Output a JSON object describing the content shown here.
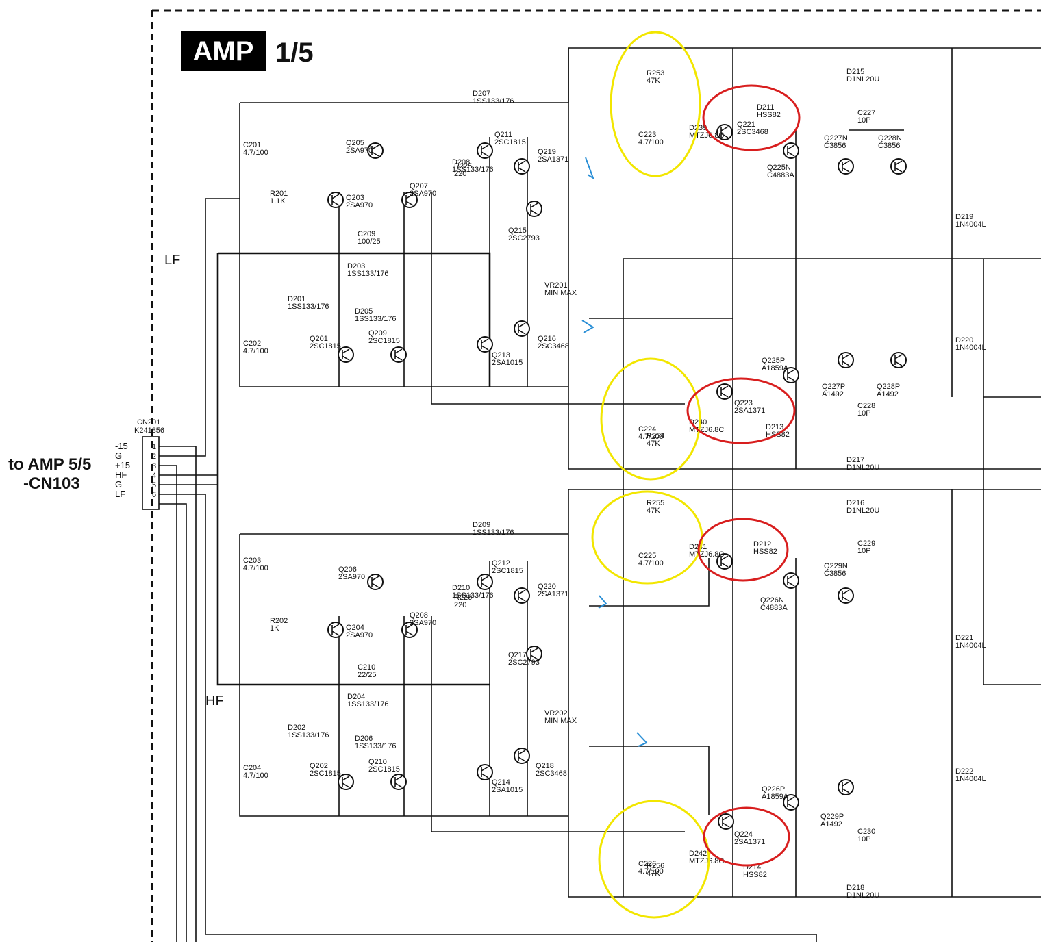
{
  "title_badge": "AMP",
  "title_page": "1/5",
  "connector": {
    "ref": "CN201",
    "part": "K241856",
    "pins": [
      "-15",
      "G",
      "+15",
      "HF",
      "G",
      "LF"
    ]
  },
  "to_label_line1": "to AMP 5/5",
  "to_label_line2": "-CN103",
  "section_lf": "LF",
  "section_hf": "HF",
  "components": [
    {
      "ref": "C201",
      "val": "4.7/100"
    },
    {
      "ref": "C202",
      "val": "4.7/100"
    },
    {
      "ref": "C203",
      "val": "4.7/100"
    },
    {
      "ref": "C204",
      "val": "4.7/100"
    },
    {
      "ref": "Q203",
      "val": "2SA970"
    },
    {
      "ref": "Q204",
      "val": "2SA970"
    },
    {
      "ref": "Q205",
      "val": "2SA970"
    },
    {
      "ref": "Q206",
      "val": "2SA970"
    },
    {
      "ref": "Q207",
      "val": "2SA970"
    },
    {
      "ref": "Q208",
      "val": "2SA970"
    },
    {
      "ref": "Q201",
      "val": "2SC1815"
    },
    {
      "ref": "Q202",
      "val": "2SC1815"
    },
    {
      "ref": "Q209",
      "val": "2SC1815"
    },
    {
      "ref": "Q210",
      "val": "2SC1815"
    },
    {
      "ref": "Q211",
      "val": "2SC1815"
    },
    {
      "ref": "Q212",
      "val": "2SC1815"
    },
    {
      "ref": "Q213",
      "val": "2SA1015"
    },
    {
      "ref": "Q214",
      "val": "2SA1015"
    },
    {
      "ref": "Q215",
      "val": "2SC2793"
    },
    {
      "ref": "Q217",
      "val": "2SC2793"
    },
    {
      "ref": "Q216",
      "val": "2SC3468"
    },
    {
      "ref": "Q218",
      "val": "2SC3468"
    },
    {
      "ref": "Q219",
      "val": "2SA1371"
    },
    {
      "ref": "Q220",
      "val": "2SA1371"
    },
    {
      "ref": "Q221",
      "val": "2SC3468"
    },
    {
      "ref": "Q223",
      "val": "2SA1371"
    },
    {
      "ref": "Q224",
      "val": "2SA1371"
    },
    {
      "ref": "Q225N",
      "val": "C4883A"
    },
    {
      "ref": "Q226N",
      "val": "C4883A"
    },
    {
      "ref": "Q225P",
      "val": "A1859A"
    },
    {
      "ref": "Q226P",
      "val": "A1859A"
    },
    {
      "ref": "Q227N",
      "val": "C3856"
    },
    {
      "ref": "Q228N",
      "val": "C3856"
    },
    {
      "ref": "Q229N",
      "val": "C3856"
    },
    {
      "ref": "Q227P",
      "val": "A1492"
    },
    {
      "ref": "Q228P",
      "val": "A1492"
    },
    {
      "ref": "Q229P",
      "val": "A1492"
    },
    {
      "ref": "D201",
      "val": "1SS133/176"
    },
    {
      "ref": "D202",
      "val": "1SS133/176"
    },
    {
      "ref": "D203",
      "val": "1SS133/176"
    },
    {
      "ref": "D204",
      "val": "1SS133/176"
    },
    {
      "ref": "D205",
      "val": "1SS133/176"
    },
    {
      "ref": "D206",
      "val": "1SS133/176"
    },
    {
      "ref": "D207",
      "val": "1SS133/176"
    },
    {
      "ref": "D208",
      "val": "1SS133/176"
    },
    {
      "ref": "D209",
      "val": "1SS133/176"
    },
    {
      "ref": "D210",
      "val": "1SS133/176"
    },
    {
      "ref": "D211",
      "val": "HSS82"
    },
    {
      "ref": "D212",
      "val": "HSS82"
    },
    {
      "ref": "D213",
      "val": "HSS82"
    },
    {
      "ref": "D214",
      "val": "HSS82"
    },
    {
      "ref": "D215",
      "val": "D1NL20U"
    },
    {
      "ref": "D216",
      "val": "D1NL20U"
    },
    {
      "ref": "D217",
      "val": "D1NL20U"
    },
    {
      "ref": "D218",
      "val": "D1NL20U"
    },
    {
      "ref": "D219",
      "val": "1N4004L"
    },
    {
      "ref": "D220",
      "val": "1N4004L"
    },
    {
      "ref": "D221",
      "val": "1N4004L"
    },
    {
      "ref": "D222",
      "val": "1N4004L"
    },
    {
      "ref": "D239",
      "val": "MTZJ6.8C"
    },
    {
      "ref": "D240",
      "val": "MTZJ6.8C"
    },
    {
      "ref": "D241",
      "val": "MTZJ6.8C"
    },
    {
      "ref": "D242",
      "val": "MTZJ6.8C"
    },
    {
      "ref": "R253",
      "val": "47K"
    },
    {
      "ref": "R254",
      "val": "47K"
    },
    {
      "ref": "R255",
      "val": "47K"
    },
    {
      "ref": "R256",
      "val": "47K"
    },
    {
      "ref": "R201",
      "val": "1.1K"
    },
    {
      "ref": "R202",
      "val": "1K"
    },
    {
      "ref": "C209",
      "val": "100/25"
    },
    {
      "ref": "C210",
      "val": "22/25"
    },
    {
      "ref": "C223",
      "val": "4.7/100"
    },
    {
      "ref": "C224",
      "val": "4.7/100"
    },
    {
      "ref": "C225",
      "val": "4.7/100"
    },
    {
      "ref": "C226",
      "val": "4.7/100"
    },
    {
      "ref": "R225",
      "val": "220"
    },
    {
      "ref": "R226",
      "val": "220"
    },
    {
      "ref": "VR201",
      "val": "MIN MAX"
    },
    {
      "ref": "VR202",
      "val": "MIN MAX"
    },
    {
      "ref": "C227",
      "val": "10P"
    },
    {
      "ref": "C228",
      "val": "10P"
    },
    {
      "ref": "C229",
      "val": "10P"
    },
    {
      "ref": "C230",
      "val": "10P"
    }
  ],
  "colors": {
    "highlight_yellow": "#f2e600",
    "highlight_red": "#d81e1e",
    "arrow_blue": "#2a8fd6",
    "ink": "#111111"
  }
}
